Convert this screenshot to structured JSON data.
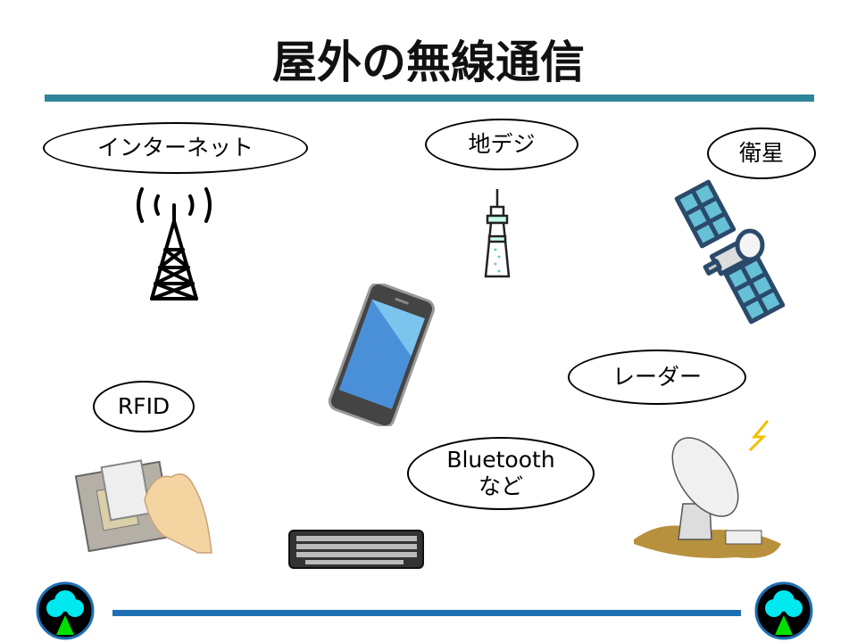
{
  "title": "屋外の無線通信",
  "labels": {
    "internet": "インターネット",
    "digital_tv": "地デジ",
    "satellite": "衛星",
    "rfid": "RFID",
    "radar": "レーダー",
    "bluetooth_line1": "Bluetooth",
    "bluetooth_line2": "など"
  },
  "colors": {
    "accent_top": "#2e8499",
    "accent_bottom": "#1f6fb5"
  }
}
